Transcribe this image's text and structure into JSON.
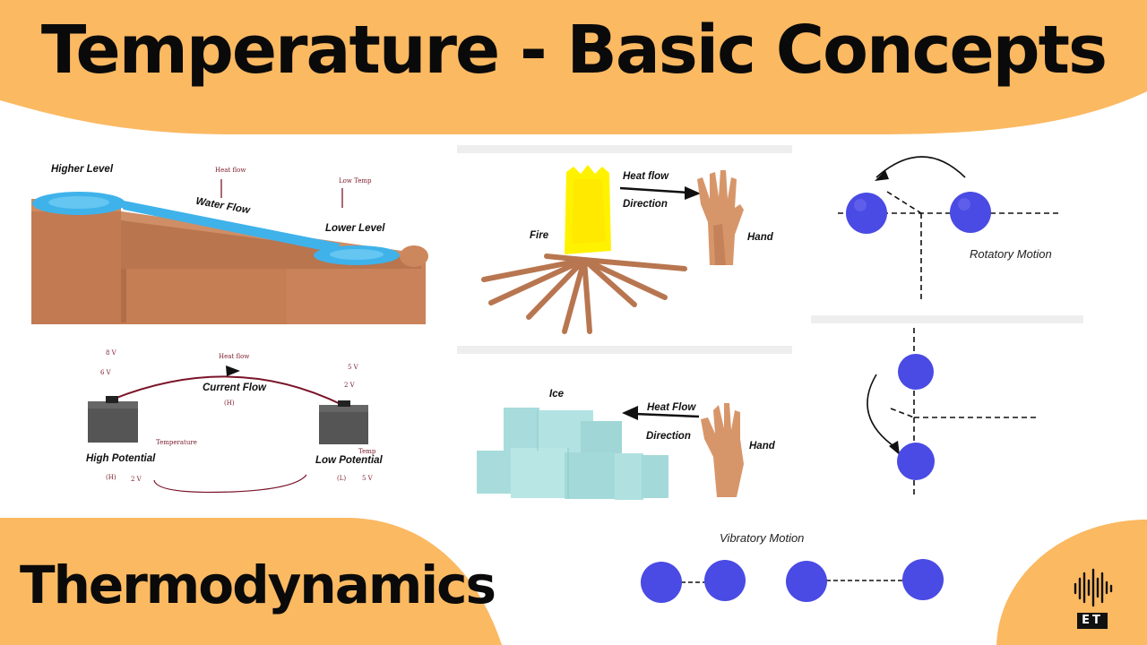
{
  "banner": {
    "title": "Temperature - Basic Concepts",
    "subtitle": "Thermodynamics",
    "accent_color": "#fbb962"
  },
  "panels": {
    "water_flow": {
      "higher_level": "Higher Level",
      "water_flow": "Water Flow",
      "lower_level": "Lower Level",
      "note_high": "Heat flow",
      "note_low": "Low Temp"
    },
    "current_flow": {
      "current_flow": "Current Flow",
      "high_potential": "High Potential",
      "low_potential": "Low Potential",
      "note_top": "Heat flow",
      "note_8v": "8 V",
      "note_6v": "6 V",
      "note_5v": "5 V",
      "note_2v": "2 V",
      "note_h": "(H)",
      "note_h2v": "2 V",
      "note_l": "(L)",
      "note_l5v": "5 V",
      "note_temp": "Temperature",
      "note_temp2": "Temp"
    },
    "fire_hand": {
      "heat_flow": "Heat flow",
      "direction": "Direction",
      "fire": "Fire",
      "hand": "Hand"
    },
    "ice_hand": {
      "ice": "Ice",
      "heat_flow": "Heat Flow",
      "direction": "Direction",
      "hand": "Hand"
    },
    "rotatory": {
      "label": "Rotatory Motion"
    },
    "vibratory": {
      "label": "Vibratory Motion"
    }
  },
  "logo": {
    "icon": "sound-wave-logo-icon",
    "text": "ET"
  }
}
